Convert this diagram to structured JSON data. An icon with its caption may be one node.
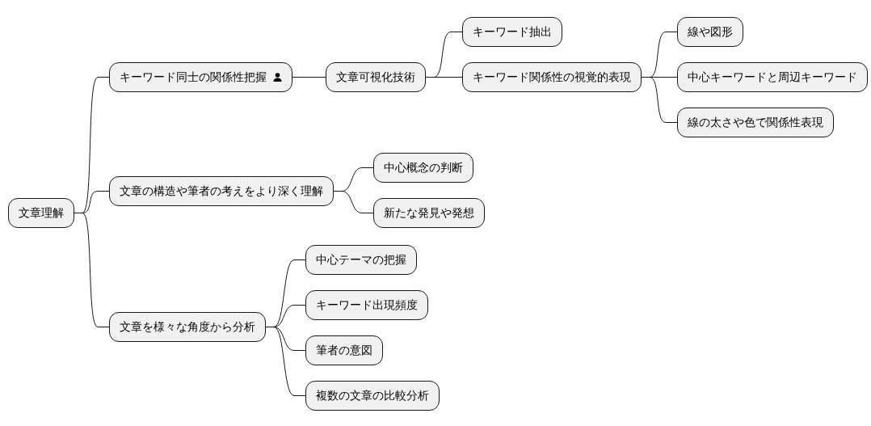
{
  "diagram": {
    "nodes": [
      {
        "text": [
          "文章理解"
        ]
      },
      {
        "text": [
          "キーワード同士の関係性把握"
        ]
      },
      {
        "text": [
          "文章可視化技術"
        ]
      },
      {
        "text": [
          "キーワード抽出"
        ]
      },
      {
        "text": [
          "キーワード関係性の視覚的表現"
        ]
      },
      {
        "text": [
          "線や図形"
        ]
      },
      {
        "text": [
          "中心キーワードと周辺キーワード"
        ]
      },
      {
        "text": [
          "線の太さや色で関係性表現"
        ]
      },
      {
        "text": [
          "文章の構造や筆者の考えをより深く理解"
        ]
      },
      {
        "text": [
          "中心概念の判断"
        ]
      },
      {
        "text": [
          "新たな発見や発想"
        ]
      },
      {
        "text": [
          "文章を様々な角度から分析"
        ]
      },
      {
        "text": [
          "中心テーマの把握"
        ]
      },
      {
        "text": [
          "キーワード出現頻度"
        ]
      },
      {
        "text": [
          "筆者の意図"
        ]
      },
      {
        "text": [
          "複数の文章の比較分析"
        ]
      }
    ],
    "edges": [
      {
        "from": 0,
        "to": 1,
        "arrow": "none"
      },
      {
        "from": 1,
        "to": 2,
        "arrow": "none"
      },
      {
        "from": 2,
        "to": 3,
        "arrow": "none"
      },
      {
        "from": 2,
        "to": 4,
        "arrow": "none"
      },
      {
        "from": 4,
        "to": 5,
        "arrow": "none"
      },
      {
        "from": 4,
        "to": 6,
        "arrow": "none"
      },
      {
        "from": 4,
        "to": 7,
        "arrow": "none"
      },
      {
        "from": 0,
        "to": 8,
        "arrow": "none"
      },
      {
        "from": 8,
        "to": 9,
        "arrow": "none"
      },
      {
        "from": 8,
        "to": 10,
        "arrow": "none"
      },
      {
        "from": 0,
        "to": 11,
        "arrow": "none"
      },
      {
        "from": 11,
        "to": 12,
        "arrow": "none"
      },
      {
        "from": 11,
        "to": 13,
        "arrow": "none"
      },
      {
        "from": 11,
        "to": 14,
        "arrow": "none"
      },
      {
        "from": 11,
        "to": 15,
        "arrow": "none"
      }
    ]
  }
}
